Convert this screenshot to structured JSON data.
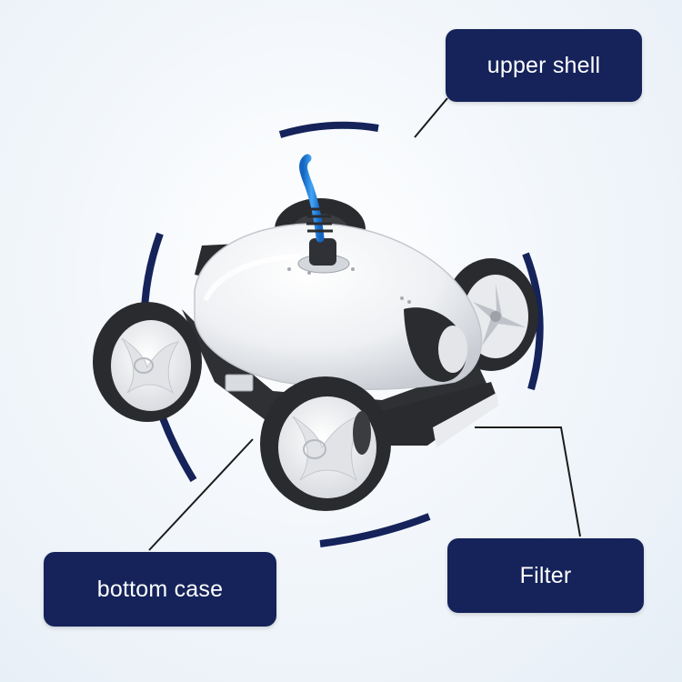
{
  "labels": {
    "upper_shell": "upper shell",
    "bottom_case": "bottom case",
    "filter": "Filter"
  },
  "colors": {
    "label_bg": "#15235a",
    "label_text": "#ffffff",
    "arc": "#15235a",
    "leader_line": "#1c1c1c",
    "robot_body": "#f4f5f7",
    "tire": "#2a2b2e",
    "cable": "#1e88e5"
  },
  "icons": [
    "pool-robot-cleaner-illustration"
  ]
}
